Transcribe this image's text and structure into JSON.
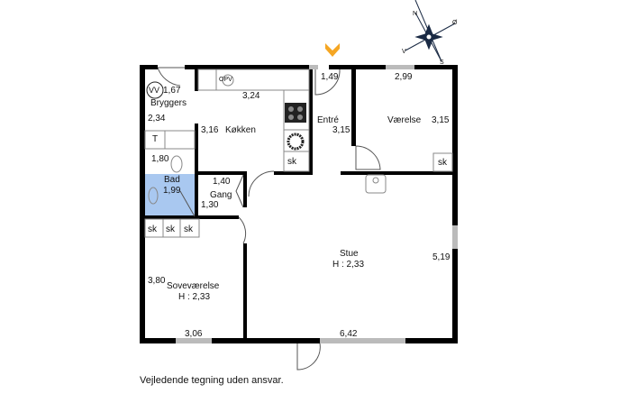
{
  "caption": "Vejledende tegning uden ansvar.",
  "compass": {
    "n": "N",
    "e": "Ø",
    "w": "V",
    "s": "S"
  },
  "rooms": {
    "bryggers": {
      "name": "Bryggers",
      "d1": "1,67",
      "d2": "2,34",
      "vv": "VV",
      "t": "T"
    },
    "kitchen": {
      "name": "Køkken",
      "d1": "3,24",
      "d2": "3,16",
      "opv": "OPV",
      "sk": "sk"
    },
    "entre": {
      "name": "Entré",
      "d1": "1,49",
      "d2": "3,15"
    },
    "vaerelse": {
      "name": "Værelse",
      "d1": "2,99",
      "d2": "3,15",
      "sk": "sk"
    },
    "bad": {
      "name": "Bad",
      "d1": "1,80",
      "d2": "1,99"
    },
    "gang": {
      "name": "Gang",
      "d1": "1,40",
      "d2": "1,30"
    },
    "closets": [
      "sk",
      "sk",
      "sk"
    ],
    "stue": {
      "name": "Stue",
      "height": "H : 2,33",
      "d1": "5,19",
      "d2": "6,42"
    },
    "sovevaerelse": {
      "name": "Soveværelse",
      "height": "H : 2,33",
      "d1": "3,80",
      "d2": "3,06"
    }
  },
  "colors": {
    "wall": "#000000",
    "bath": "#a9c8f0",
    "entry_marker": "#f5a623",
    "window": "#aaaaaa"
  }
}
